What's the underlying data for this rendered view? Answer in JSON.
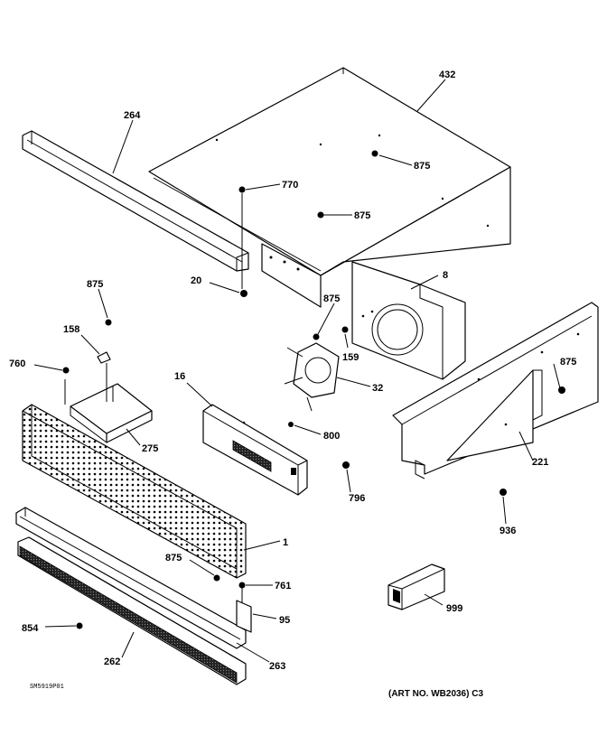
{
  "callouts": {
    "c432": "432",
    "c264": "264",
    "c875a": "875",
    "c770": "770",
    "c875b": "875",
    "c20": "20",
    "c8": "8",
    "c875c": "875",
    "c159": "159",
    "c875d": "875",
    "c158": "158",
    "c760": "760",
    "c16": "16",
    "c32": "32",
    "c875e": "875",
    "c800": "800",
    "c275": "275",
    "c221": "221",
    "c796": "796",
    "c936": "936",
    "c1": "1",
    "c875f": "875",
    "c761": "761",
    "c999": "999",
    "c95": "95",
    "c854": "854",
    "c262": "262",
    "c263": "263"
  },
  "footer": {
    "drawing_code": "SM5919P01",
    "art_number": "(ART NO. WB2036) C3"
  }
}
